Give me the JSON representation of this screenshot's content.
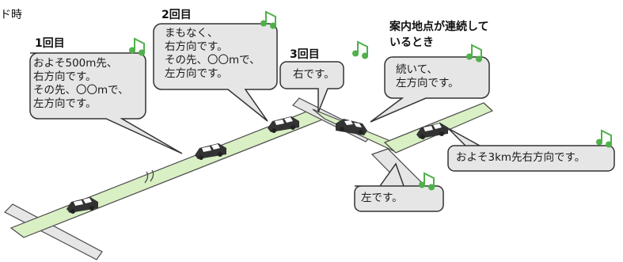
{
  "edge_label": "ド時",
  "colors": {
    "road": "#d9efc4",
    "road_edge": "#4a4a4a",
    "cross_road": "#e6e6e6",
    "bubble_fill": "#e6e6e6",
    "bubble_edge": "#333333",
    "note_icon": "#4fb04a",
    "car_body": "#333333",
    "car_window": "#ffffff"
  },
  "callouts": [
    {
      "id": "first",
      "title": "1回目",
      "lines": [
        "およそ500m先、",
        "右方向です。",
        "その先、〇〇mで、",
        "左方向です。"
      ]
    },
    {
      "id": "second",
      "title": "2回目",
      "lines": [
        "まもなく、",
        "右方向です。",
        "その先、〇〇mで、",
        "左方向です。"
      ]
    },
    {
      "id": "third",
      "title": "3回目",
      "lines": [
        "右です。"
      ]
    },
    {
      "id": "cont",
      "title": "案内地点が連続して\nいるとき",
      "lines": [
        "続いて、",
        "左方向です。"
      ]
    },
    {
      "id": "left",
      "title": "",
      "lines": [
        "左です。"
      ]
    },
    {
      "id": "far",
      "title": "",
      "lines": [
        "およそ3km先右方向です。"
      ]
    }
  ],
  "icons": [
    "music-note-icon",
    "music-note-icon",
    "music-note-icon",
    "music-note-icon",
    "music-note-icon",
    "music-note-icon",
    "music-note-icon"
  ],
  "cars": [
    "car-icon",
    "car-icon",
    "car-icon",
    "car-icon",
    "car-icon"
  ]
}
